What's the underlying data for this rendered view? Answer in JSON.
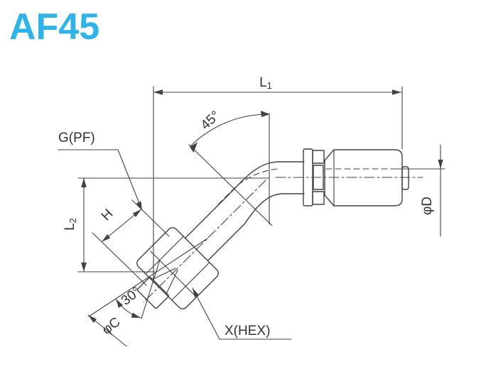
{
  "title": "AF45",
  "colors": {
    "accent": "#2fb4e9",
    "line": "#414141",
    "label": "#333333"
  },
  "labels": {
    "l1_base": "L",
    "l1_sub": "1",
    "angle45": "45°",
    "gpf": "G(PF)",
    "l2_base": "L",
    "l2_sub": "2",
    "h": "H",
    "angle30": "30°",
    "phi_c": "φC",
    "xhex": "X(HEX)",
    "phi_d": "φD"
  }
}
